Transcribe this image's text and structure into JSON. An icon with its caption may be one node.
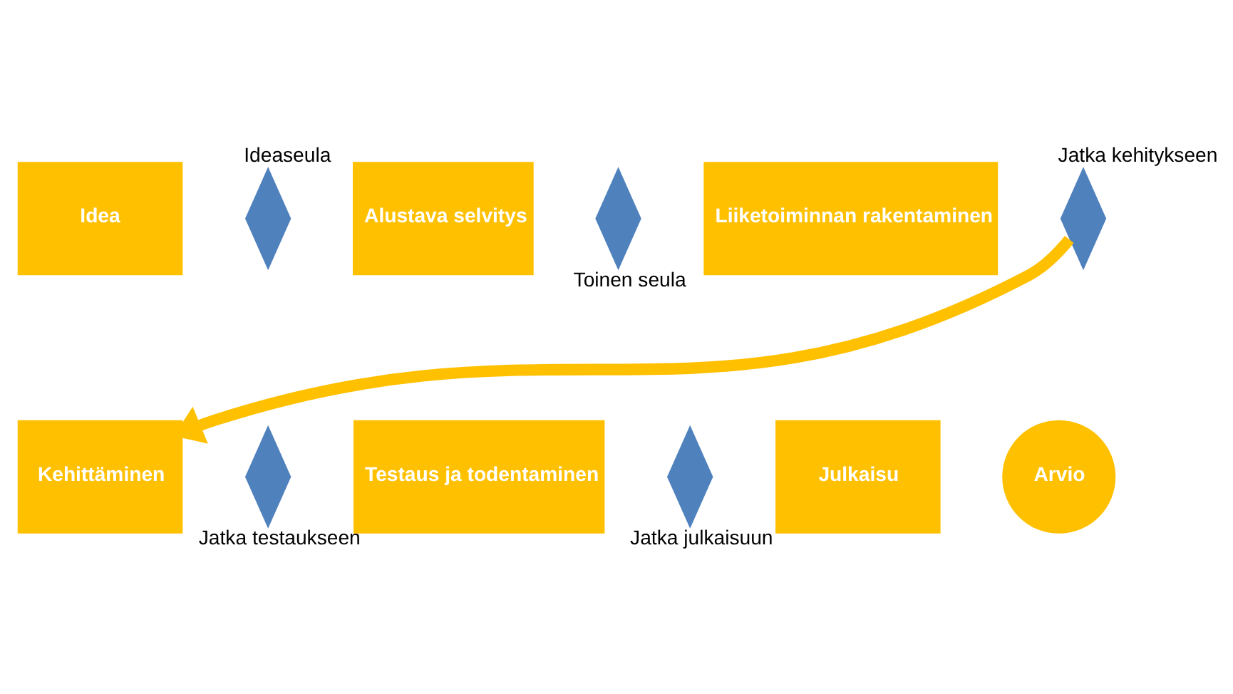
{
  "diagram": {
    "nodes": [
      {
        "text": [
          "Idea"
        ]
      },
      {
        "text": [],
        "shape": "diamond",
        "beside": [
          "Ideaseula"
        ]
      },
      {
        "text": [
          "Alustava selvitys"
        ]
      },
      {
        "text": [],
        "shape": "diamond",
        "beside": [
          "Toinen seula"
        ]
      },
      {
        "text": [
          "Liiketoiminnan rakentaminen"
        ]
      },
      {
        "text": [],
        "shape": "diamond",
        "beside": [
          "Jatka kehitykseen"
        ]
      },
      {
        "text": [
          "Kehittäminen"
        ]
      },
      {
        "text": [],
        "shape": "diamond",
        "beside": [
          "Jatka testaukseen"
        ]
      },
      {
        "text": [
          "Testaus ja todentaminen"
        ]
      },
      {
        "text": [],
        "shape": "diamond",
        "beside": [
          "Jatka julkaisuun"
        ]
      },
      {
        "text": [
          "Julkaisu"
        ]
      },
      {
        "text": [
          "Arvio"
        ]
      }
    ],
    "edges": [
      {
        "from": 5,
        "to": 6,
        "arrow": "to"
      }
    ]
  }
}
